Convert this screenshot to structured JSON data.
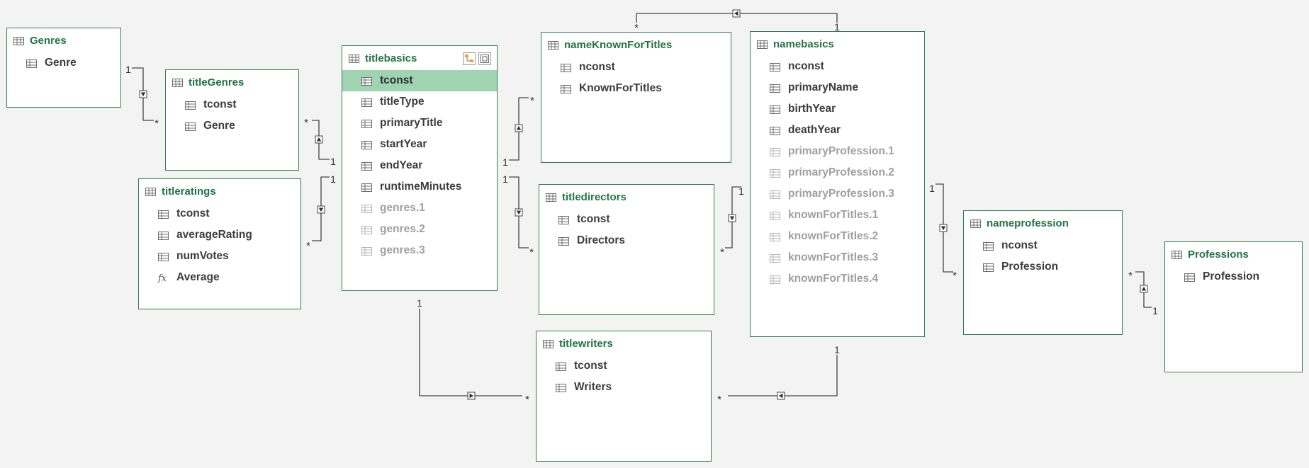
{
  "diagram": {
    "tables": [
      {
        "id": "Genres",
        "title": "Genres",
        "columns": [
          {
            "name": "Genre",
            "kind": "column"
          }
        ]
      },
      {
        "id": "titleGenres",
        "title": "titleGenres",
        "columns": [
          {
            "name": "tconst",
            "kind": "column"
          },
          {
            "name": "Genre",
            "kind": "column"
          }
        ]
      },
      {
        "id": "titleratings",
        "title": "titleratings",
        "columns": [
          {
            "name": "tconst",
            "kind": "column"
          },
          {
            "name": "averageRating",
            "kind": "column"
          },
          {
            "name": "numVotes",
            "kind": "column"
          },
          {
            "name": "Average",
            "kind": "measure"
          }
        ]
      },
      {
        "id": "titlebasics",
        "title": "titlebasics",
        "has_header_buttons": true,
        "columns": [
          {
            "name": "tconst",
            "kind": "column",
            "selected": true
          },
          {
            "name": "titleType",
            "kind": "column"
          },
          {
            "name": "primaryTitle",
            "kind": "column"
          },
          {
            "name": "startYear",
            "kind": "column"
          },
          {
            "name": "endYear",
            "kind": "column"
          },
          {
            "name": "runtimeMinutes",
            "kind": "column"
          },
          {
            "name": "genres.1",
            "kind": "column",
            "hidden": true
          },
          {
            "name": "genres.2",
            "kind": "column",
            "hidden": true
          },
          {
            "name": "genres.3",
            "kind": "column",
            "hidden": true
          }
        ]
      },
      {
        "id": "nameKnownForTitles",
        "title": "nameKnownForTitles",
        "columns": [
          {
            "name": "nconst",
            "kind": "column"
          },
          {
            "name": "KnownForTitles",
            "kind": "column"
          }
        ]
      },
      {
        "id": "titledirectors",
        "title": "titledirectors",
        "columns": [
          {
            "name": "tconst",
            "kind": "column"
          },
          {
            "name": "Directors",
            "kind": "column"
          }
        ]
      },
      {
        "id": "titlewriters",
        "title": "titlewriters",
        "columns": [
          {
            "name": "tconst",
            "kind": "column"
          },
          {
            "name": "Writers",
            "kind": "column"
          }
        ]
      },
      {
        "id": "namebasics",
        "title": "namebasics",
        "columns": [
          {
            "name": "nconst",
            "kind": "column"
          },
          {
            "name": "primaryName",
            "kind": "column"
          },
          {
            "name": "birthYear",
            "kind": "column"
          },
          {
            "name": "deathYear",
            "kind": "column"
          },
          {
            "name": "primaryProfession.1",
            "kind": "column",
            "hidden": true
          },
          {
            "name": "primaryProfession.2",
            "kind": "column",
            "hidden": true
          },
          {
            "name": "primaryProfession.3",
            "kind": "column",
            "hidden": true
          },
          {
            "name": "knownForTitles.1",
            "kind": "column",
            "hidden": true
          },
          {
            "name": "knownForTitles.2",
            "kind": "column",
            "hidden": true
          },
          {
            "name": "knownForTitles.3",
            "kind": "column",
            "hidden": true
          },
          {
            "name": "knownForTitles.4",
            "kind": "column",
            "hidden": true
          }
        ]
      },
      {
        "id": "nameprofession",
        "title": "nameprofession",
        "columns": [
          {
            "name": "nconst",
            "kind": "column"
          },
          {
            "name": "Profession",
            "kind": "column"
          }
        ]
      },
      {
        "id": "Professions",
        "title": "Professions",
        "columns": [
          {
            "name": "Profession",
            "kind": "column"
          }
        ]
      }
    ],
    "relationships": [
      {
        "id": "genres-titlegenres",
        "one": "Genres",
        "many": "titleGenres",
        "one_label": "1",
        "many_label": "*",
        "arrow": "down"
      },
      {
        "id": "titlebasics-titlegenres",
        "one": "titlebasics",
        "many": "titleGenres",
        "one_label": "1",
        "many_label": "*",
        "arrow": "up"
      },
      {
        "id": "titlebasics-titleratings",
        "one": "titlebasics",
        "many": "titleratings",
        "one_label": "1",
        "many_label": "*",
        "arrow": "down"
      },
      {
        "id": "titlebasics-nameknownfortitles",
        "one": "titlebasics",
        "many": "nameKnownForTitles",
        "one_label": "1",
        "many_label": "*",
        "arrow": "up"
      },
      {
        "id": "titlebasics-titledirectors",
        "one": "titlebasics",
        "many": "titledirectors",
        "one_label": "1",
        "many_label": "*",
        "arrow": "down"
      },
      {
        "id": "titlebasics-titlewriters",
        "one": "titlebasics",
        "many": "titlewriters",
        "one_label": "1",
        "many_label": "*",
        "arrow": "right"
      },
      {
        "id": "namebasics-nameknownfortitles",
        "one": "namebasics",
        "many": "nameKnownForTitles",
        "one_label": "1",
        "many_label": "*",
        "arrow": "left"
      },
      {
        "id": "namebasics-titledirectors",
        "one": "namebasics",
        "many": "titledirectors",
        "one_label": "1",
        "many_label": "*",
        "arrow": "down"
      },
      {
        "id": "namebasics-titlewriters",
        "one": "namebasics",
        "many": "titlewriters",
        "one_label": "1",
        "many_label": "*",
        "arrow": "left"
      },
      {
        "id": "namebasics-nameprofession",
        "one": "namebasics",
        "many": "nameprofession",
        "one_label": "1",
        "many_label": "*",
        "arrow": "down"
      },
      {
        "id": "professions-nameprofession",
        "one": "Professions",
        "many": "nameprofession",
        "one_label": "1",
        "many_label": "*",
        "arrow": "up"
      }
    ]
  },
  "colors": {
    "table_border": "#2e7d4f",
    "table_title": "#217346",
    "selected_row": "#9fd3b1",
    "hidden_column_text": "#a0a0a0",
    "connector": "#444444",
    "canvas_background": "#f3f3f3"
  },
  "icons": {
    "column": "table-column-icon",
    "measure": "fx-measure-icon",
    "table": "table-icon"
  }
}
